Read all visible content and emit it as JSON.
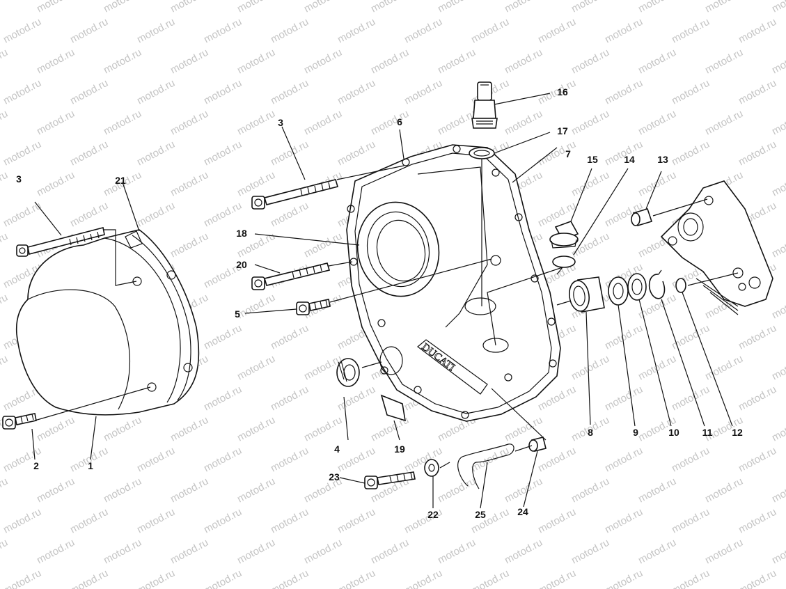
{
  "watermark": "motod.ru",
  "embossed_logo": "DUCATI",
  "callouts": [
    "1",
    "2",
    "3",
    "3",
    "4",
    "5",
    "6",
    "7",
    "8",
    "9",
    "10",
    "11",
    "12",
    "13",
    "14",
    "15",
    "16",
    "17",
    "18",
    "19",
    "20",
    "21",
    "22",
    "23",
    "24",
    "25"
  ],
  "colors": {
    "ink": "#111111",
    "watermark": "#c4c4c4",
    "paper": "#ffffff"
  }
}
